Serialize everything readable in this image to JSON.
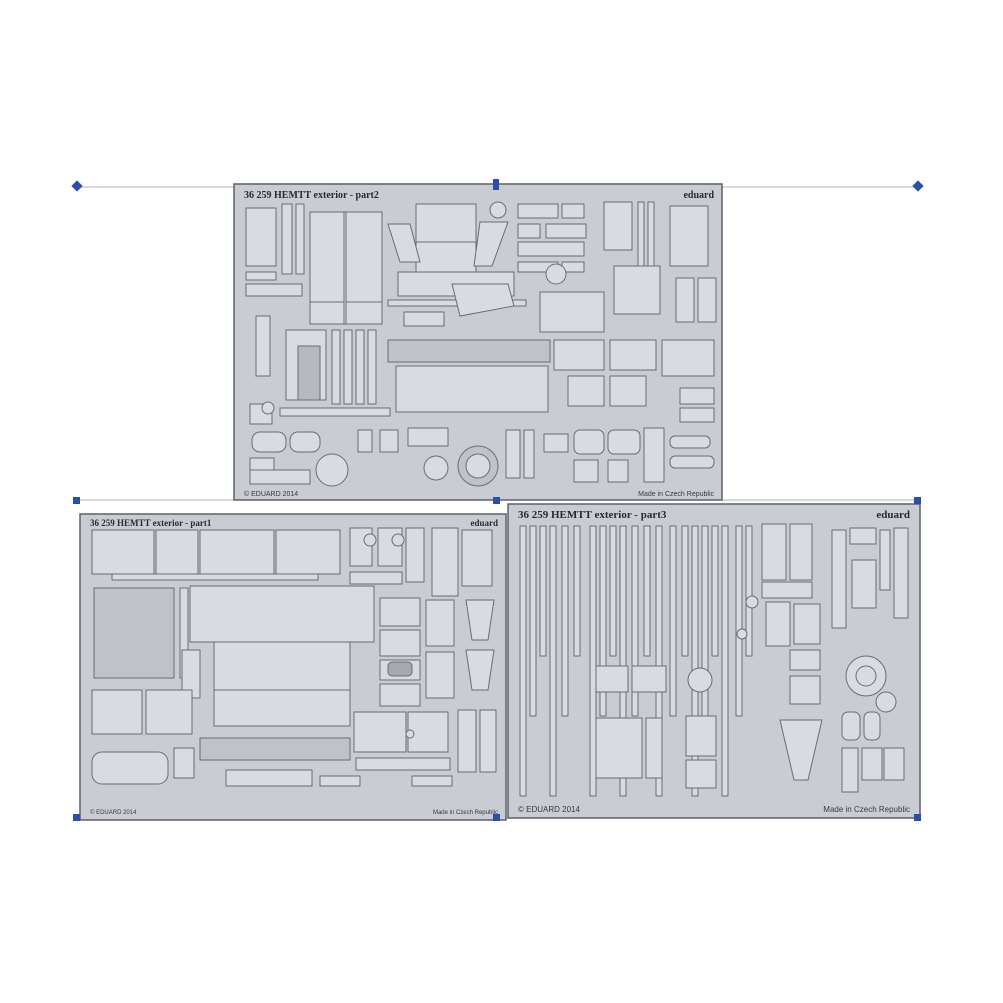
{
  "sheets": [
    {
      "id": "top",
      "title": "36 259 HEMTT exterior - part2",
      "brand": "eduard",
      "copyright": "© EDUARD 2014",
      "made_in": "Made in Czech Republic"
    },
    {
      "id": "bottom-left",
      "title": "36 259 HEMTT exterior - part1",
      "brand": "eduard",
      "copyright": "© EDUARD 2014",
      "made_in": "Made in Czech Republic"
    },
    {
      "id": "bottom-right",
      "title": "36 259 HEMTT exterior - part3",
      "brand": "eduard",
      "copyright": "© EDUARD 2014",
      "made_in": "Made in Czech Republic"
    }
  ],
  "colors": {
    "fret_fill": "#c9ccd2",
    "fret_stroke": "#5d6068",
    "part_fill": "#d9dbe0",
    "part_stroke": "#6a6d75",
    "handle_fill": "#2a4fa8",
    "selection_line": "#aaaaaa"
  }
}
